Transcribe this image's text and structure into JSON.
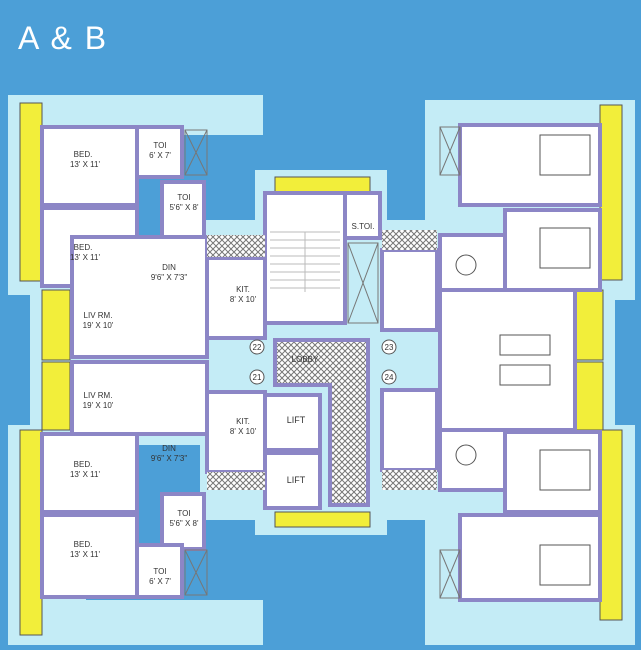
{
  "title": "A & B",
  "colors": {
    "background": "#4c9fd7",
    "halo": "#c4ecf6",
    "wall": "#8c86c6",
    "balcony": "#f2ee3a",
    "floor": "#ffffff"
  },
  "rooms": {
    "tl_bed1": {
      "name": "BED.",
      "size": "13' X 11'"
    },
    "tl_toi1": {
      "name": "TOI",
      "size": "6' X 7'"
    },
    "tl_toi2": {
      "name": "TOI",
      "size": "5'6\" X 8'"
    },
    "tl_bed2": {
      "name": "BED.",
      "size": "13' X 11'"
    },
    "tl_din": {
      "name": "DIN",
      "size": "9'6\" X 7'3\""
    },
    "tl_kit": {
      "name": "KIT.",
      "size": "8' X 10'"
    },
    "tl_liv": {
      "name": "LIV RM.",
      "size": "19' X 10'"
    },
    "bl_liv": {
      "name": "LIV RM.",
      "size": "19' X 10'"
    },
    "bl_kit": {
      "name": "KIT.",
      "size": "8' X 10'"
    },
    "bl_din": {
      "name": "DIN",
      "size": "9'6\" X 7'3\""
    },
    "bl_bed1": {
      "name": "BED.",
      "size": "13' X 11'"
    },
    "bl_toi2": {
      "name": "TOI",
      "size": "5'6\" X 8'"
    },
    "bl_bed2": {
      "name": "BED.",
      "size": "13' X 11'"
    },
    "bl_toi1": {
      "name": "TOI",
      "size": "6' X 7'"
    }
  },
  "core": {
    "lobby": "LOBBY",
    "stoi": "S.TOI.",
    "lift1": "LIFT",
    "lift2": "LIFT"
  },
  "flats": [
    "22",
    "21",
    "23",
    "24"
  ]
}
